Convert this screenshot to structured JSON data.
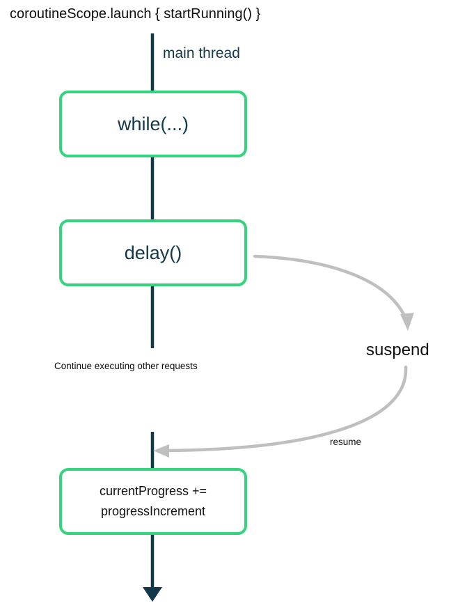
{
  "diagram": {
    "title": "coroutineScope.launch { startRunning() }",
    "thread_label": "main thread",
    "colors": {
      "box_border": "#34d37d",
      "thread_line": "#123849",
      "box_text_primary": "#123849",
      "annotation_text": "#111111",
      "suspend_curve": "#bfbfbf"
    },
    "boxes": [
      {
        "id": "while",
        "label": "while(...)"
      },
      {
        "id": "delay",
        "label": "delay()"
      },
      {
        "id": "progress",
        "label_line1": "currentProgress +=",
        "label_line2": "progressIncrement"
      }
    ],
    "annotations": {
      "continue_note": "Continue executing other requests",
      "suspend": "suspend",
      "resume": "resume"
    }
  }
}
